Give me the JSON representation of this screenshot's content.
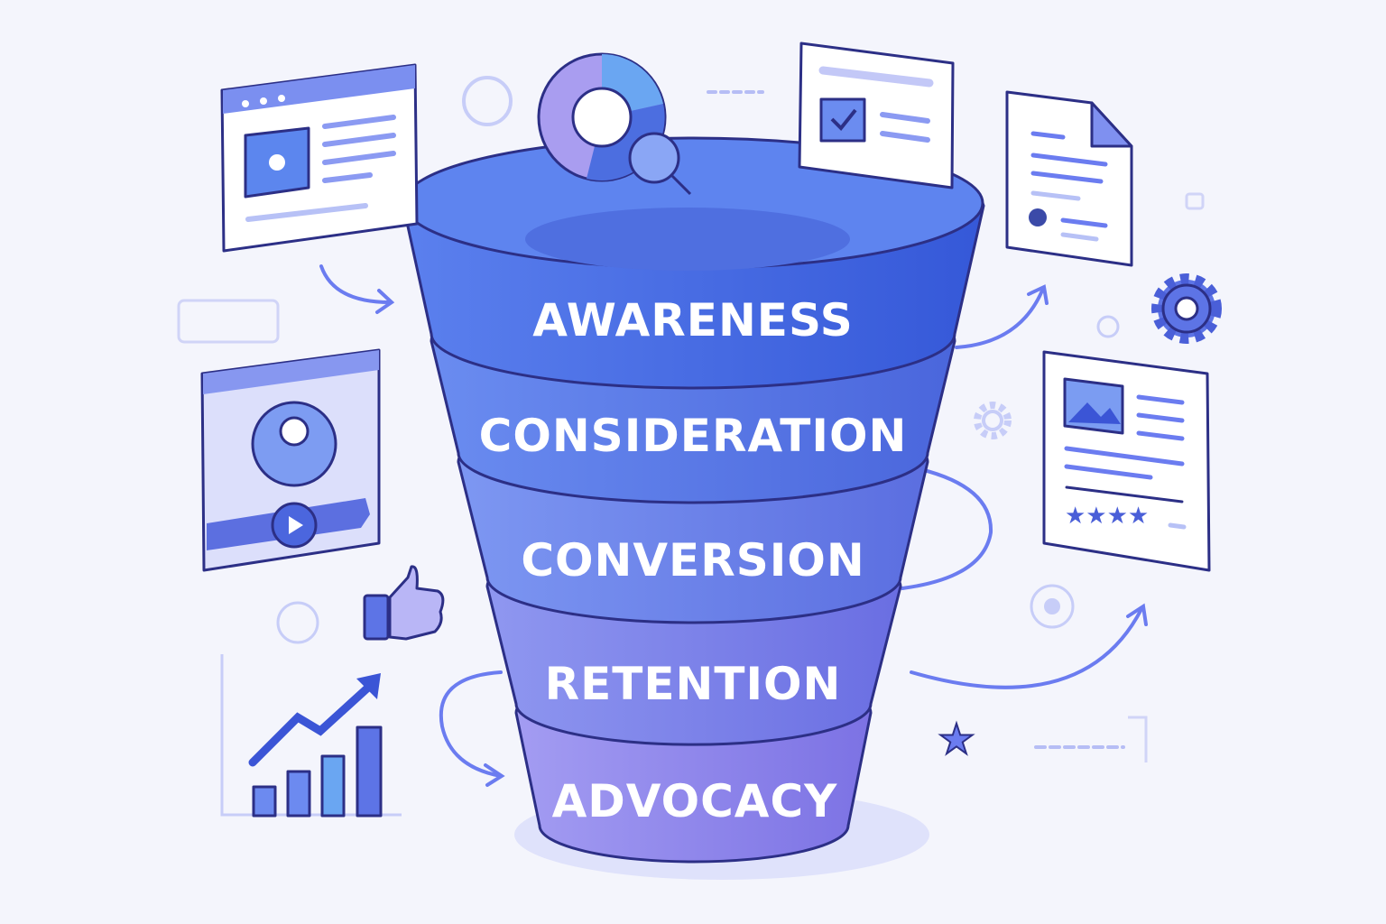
{
  "title": "Marketing funnel",
  "stages": [
    {
      "label": "AWARENESS",
      "color": "#4f6fe6"
    },
    {
      "label": "CONSIDERATION",
      "color": "#5378e8"
    },
    {
      "label": "CONVERSION",
      "color": "#6a7fe8"
    },
    {
      "label": "RETENTION",
      "color": "#7478e6"
    },
    {
      "label": "ADVOCACY",
      "color": "#8a7ee9"
    }
  ],
  "colors": {
    "background": "#f4f5fc",
    "outline": "#2c2f86",
    "accent": "#6b7cf0",
    "light": "#c7cdf8"
  }
}
